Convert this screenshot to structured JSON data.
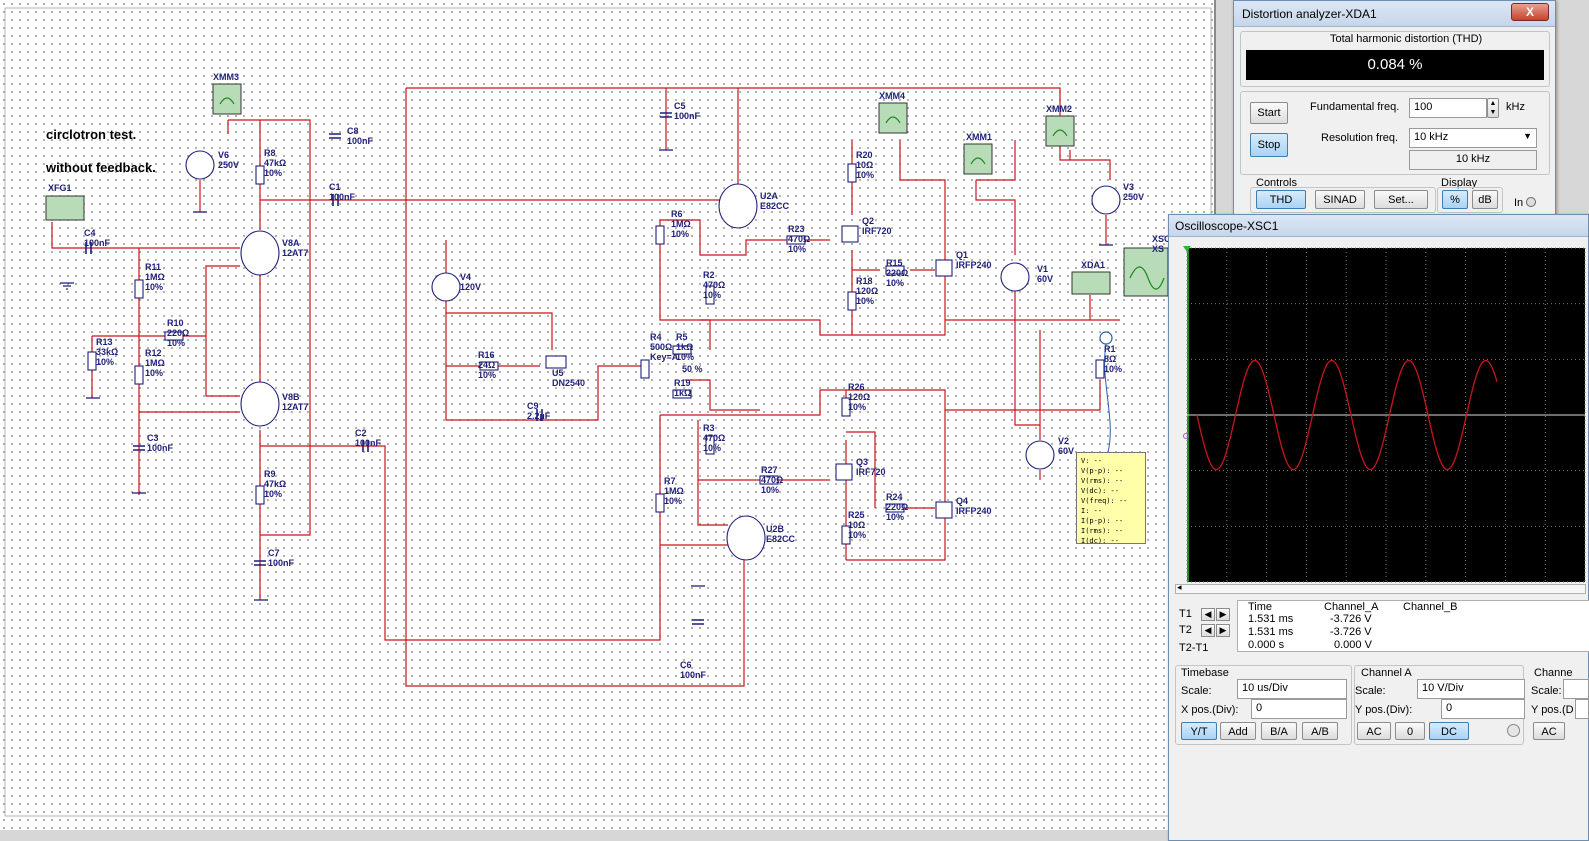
{
  "notes": [
    "circlotron test.",
    "without feedback."
  ],
  "components": [
    {
      "ref": "XMM3",
      "value": ""
    },
    {
      "ref": "XFG1",
      "value": ""
    },
    {
      "ref": "V6",
      "value": "250V"
    },
    {
      "ref": "R8",
      "value": "47kΩ 10%"
    },
    {
      "ref": "C8",
      "value": "100nF"
    },
    {
      "ref": "C1",
      "value": "100nF"
    },
    {
      "ref": "C4",
      "value": "100nF"
    },
    {
      "ref": "V8A",
      "value": "12AT7"
    },
    {
      "ref": "R11",
      "value": "1MΩ 10%"
    },
    {
      "ref": "R10",
      "value": "220Ω 10%"
    },
    {
      "ref": "R13",
      "value": "33kΩ 10%"
    },
    {
      "ref": "R12",
      "value": "1MΩ 10%"
    },
    {
      "ref": "V8B",
      "value": "12AT7"
    },
    {
      "ref": "C3",
      "value": "100nF"
    },
    {
      "ref": "C2",
      "value": "100nF"
    },
    {
      "ref": "R9",
      "value": "47kΩ 10%"
    },
    {
      "ref": "C7",
      "value": "100nF"
    },
    {
      "ref": "V4",
      "value": "120V"
    },
    {
      "ref": "R16",
      "value": "24Ω 10%"
    },
    {
      "ref": "U5",
      "value": "DN2540"
    },
    {
      "ref": "C9",
      "value": "2.2µF"
    },
    {
      "ref": "C5",
      "value": "100nF"
    },
    {
      "ref": "U2A",
      "value": "E82CC"
    },
    {
      "ref": "R6",
      "value": "1MΩ 10%"
    },
    {
      "ref": "R2",
      "value": "470Ω 10%"
    },
    {
      "ref": "R4",
      "value": "500Ω Key=A"
    },
    {
      "ref": "R5",
      "value": "1kΩ 10%"
    },
    {
      "ref": "R19",
      "value": "1kΩ"
    },
    {
      "ref": "R3",
      "value": "470Ω 10%"
    },
    {
      "ref": "R7",
      "value": "1MΩ 10%"
    },
    {
      "ref": "U2B",
      "value": "E82CC"
    },
    {
      "ref": "C6",
      "value": "100nF"
    },
    {
      "ref": "R23",
      "value": "470Ω 10%"
    },
    {
      "ref": "R27",
      "value": "470Ω 10%"
    },
    {
      "ref": "XMM4",
      "value": ""
    },
    {
      "ref": "R20",
      "value": "10Ω 10%"
    },
    {
      "ref": "Q2",
      "value": "IRF720"
    },
    {
      "ref": "R15",
      "value": "220Ω 10%"
    },
    {
      "ref": "R18",
      "value": "120Ω 10%"
    },
    {
      "ref": "Q1",
      "value": "IRFP240"
    },
    {
      "ref": "R26",
      "value": "120Ω 10%"
    },
    {
      "ref": "Q3",
      "value": "IRF720"
    },
    {
      "ref": "R24",
      "value": "220Ω 10%"
    },
    {
      "ref": "R25",
      "value": "10Ω 10%"
    },
    {
      "ref": "Q4",
      "value": "IRFP240"
    },
    {
      "ref": "XMM1",
      "value": ""
    },
    {
      "ref": "XMM2",
      "value": ""
    },
    {
      "ref": "V3",
      "value": "250V"
    },
    {
      "ref": "V1",
      "value": "60V"
    },
    {
      "ref": "XDA1",
      "value": ""
    },
    {
      "ref": "R1",
      "value": "8Ω 10%"
    },
    {
      "ref": "V2",
      "value": "60V"
    },
    {
      "ref": "XSC1",
      "value": "XS"
    }
  ],
  "pot_percent": "50 %",
  "probe": {
    "lines": [
      "V: --",
      "V(p-p): --",
      "V(rms): --",
      "V(dc): --",
      "V(freq): --",
      "I: --",
      "I(p-p): --",
      "I(rms): --",
      "I(dc): --"
    ]
  },
  "distortion_analyzer": {
    "title": "Distortion analyzer-XDA1",
    "close_label": "X",
    "section_label": "Total harmonic distortion (THD)",
    "thd_value": "0.084 %",
    "start_label": "Start",
    "stop_label": "Stop",
    "fundamental_label": "Fundamental freq.",
    "fundamental_value": "100",
    "fundamental_unit": "kHz",
    "resolution_label": "Resolution freq.",
    "resolution_value": "10 kHz",
    "resolution_display": "10 kHz",
    "controls_label": "Controls",
    "display_label": "Display",
    "thd_btn": "THD",
    "sinad_btn": "SINAD",
    "set_btn": "Set...",
    "percent_btn": "%",
    "db_btn": "dB",
    "in_label": "In"
  },
  "oscilloscope": {
    "title": "Oscilloscope-XSC1",
    "labels": {
      "t1": "T1",
      "t2": "T2",
      "t2t1": "T2-T1"
    },
    "columns": [
      "Time",
      "Channel_A",
      "Channel_B"
    ],
    "rows": [
      [
        "1.531 ms",
        "-3.726 V",
        ""
      ],
      [
        "1.531 ms",
        "-3.726 V",
        ""
      ],
      [
        "0.000 s",
        "0.000 V",
        ""
      ]
    ],
    "timebase": {
      "title": "Timebase",
      "scale_label": "Scale:",
      "scale": "10 us/Div",
      "xpos_label": "X pos.(Div):",
      "xpos": "0",
      "buttons": [
        "Y/T",
        "Add",
        "B/A",
        "A/B"
      ]
    },
    "channel_a": {
      "title": "Channel A",
      "scale_label": "Scale:",
      "scale": "10  V/Div",
      "ypos_label": "Y pos.(Div):",
      "ypos": "0",
      "buttons": [
        "AC",
        "0",
        "DC"
      ]
    },
    "channel_b": {
      "title": "Channe",
      "scale_label": "Scale:",
      "ypos_label": "Y pos.(D",
      "buttons": [
        "AC"
      ]
    },
    "trace_color": "#c8151b",
    "screen_bg": "#000000"
  }
}
